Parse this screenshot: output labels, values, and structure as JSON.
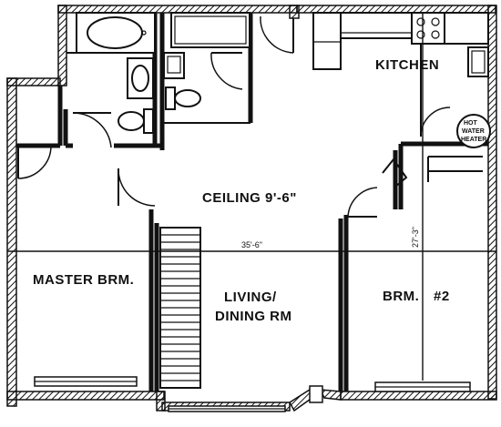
{
  "labels": {
    "kitchen": "KITCHEN",
    "ceiling": "CEILING 9'-6\"",
    "master_bedroom": "MASTER BRM.",
    "living_line1": "LIVING/",
    "living_line2": "DINING RM",
    "bedroom2_part1": "BRM.",
    "bedroom2_part2": "#2",
    "water_heater_line1": "HOT",
    "water_heater_line2": "WATER",
    "water_heater_line3": "HEATER"
  },
  "dimensions": {
    "width": "35'-6\"",
    "depth": "27'-3\""
  }
}
